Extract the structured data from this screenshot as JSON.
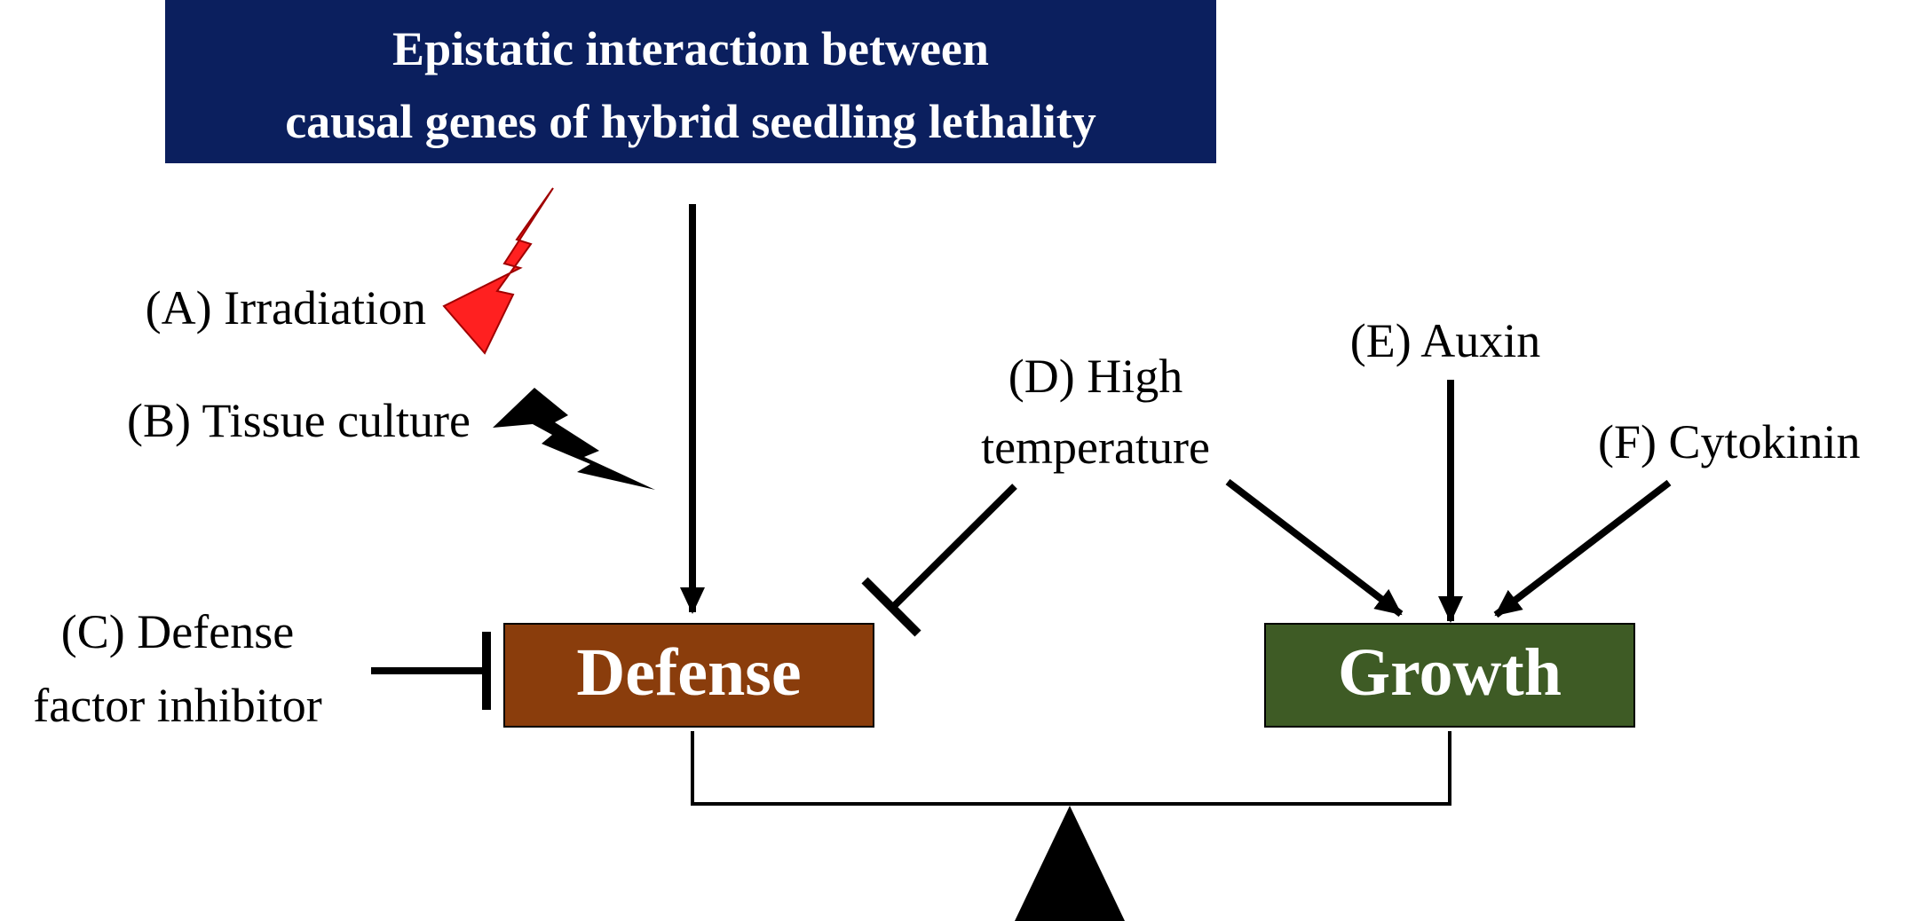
{
  "title": {
    "line1": "Epistatic interaction between",
    "line2": "causal genes of hybrid seedling lethality"
  },
  "factors": {
    "a": "(A) Irradiation",
    "b": "(B) Tissue culture",
    "c_line1": "(C) Defense",
    "c_line2": "factor inhibitor",
    "d_line1": "(D) High",
    "d_line2": "temperature",
    "e": "(E) Auxin",
    "f": "(F) Cytokinin"
  },
  "boxes": {
    "defense": "Defense",
    "growth": "Growth"
  },
  "icons": {
    "a_bolt": "red-lightning-bolt-icon",
    "b_bolt": "black-lightning-bolt-icon",
    "fulcrum": "fulcrum-triangle-icon"
  },
  "colors": {
    "title_bg": "#0b1f5e",
    "defense_bg": "#8a3d0c",
    "growth_bg": "#3e5b25",
    "bolt_red": "#ff2020",
    "bolt_black": "#000000",
    "line": "#000000"
  }
}
